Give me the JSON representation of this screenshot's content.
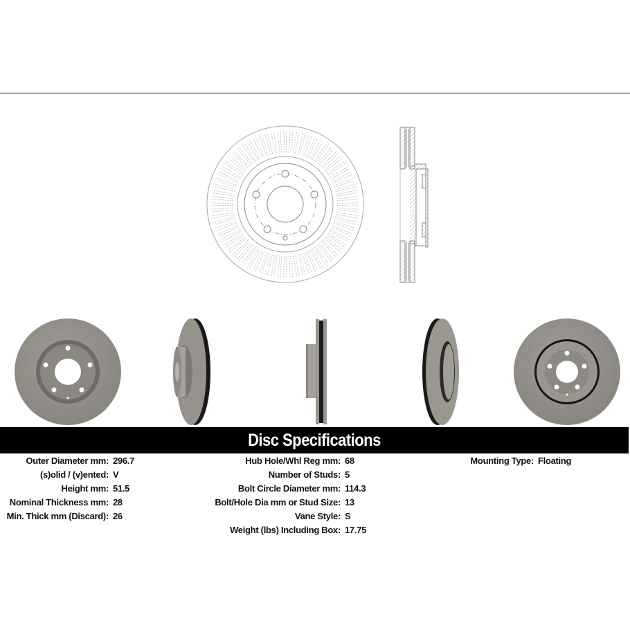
{
  "spec_header": {
    "title": "Disc Specifications"
  },
  "specs": {
    "column1": [
      {
        "label": "Outer Diameter mm:",
        "value": "296.7"
      },
      {
        "label": "(s)olid / (v)ented:",
        "value": "V"
      },
      {
        "label": "Height mm:",
        "value": "51.5"
      },
      {
        "label": "Nominal Thickness mm:",
        "value": "28"
      },
      {
        "label": "Min. Thick mm (Discard):",
        "value": "26"
      }
    ],
    "column2": [
      {
        "label": "Hub Hole/Whl Reg mm:",
        "value": "68"
      },
      {
        "label": "Number of Studs:",
        "value": "5"
      },
      {
        "label": "Bolt Circle Diameter mm:",
        "value": "114.3"
      },
      {
        "label": "Bolt/Hole Dia mm or Stud Size:",
        "value": "13"
      },
      {
        "label": "Vane Style:",
        "value": "S"
      },
      {
        "label": "Weight (lbs) Including Box:",
        "value": "17.75"
      }
    ],
    "column3": [
      {
        "label": "Mounting Type:",
        "value": "Floating"
      }
    ]
  },
  "drawings": {
    "front_view": "brake-rotor-front-technical-drawing",
    "cross_section": "brake-rotor-cross-section-drawing"
  },
  "photos": [
    {
      "view": "front-face"
    },
    {
      "view": "angled-hat-side"
    },
    {
      "view": "side-profile"
    },
    {
      "view": "angled-back-side"
    },
    {
      "view": "back-face"
    }
  ],
  "colors": {
    "bar_background": "#000000",
    "bar_text": "#ffffff",
    "rotor_metal": "#8f8c86",
    "drawing_line": "#9a9a9a"
  }
}
